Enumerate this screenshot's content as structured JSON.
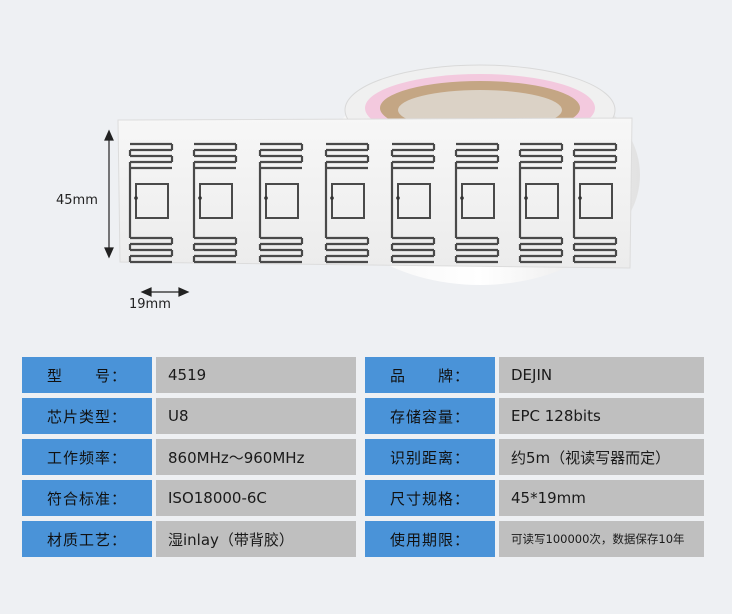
{
  "dimensions": {
    "height": "45mm",
    "width": "19mm"
  },
  "specs": [
    {
      "label1": "型　　号：",
      "value1": "4519",
      "label2": "品　　牌：",
      "value2": "DEJIN"
    },
    {
      "label1": "芯片类型：",
      "value1": "U8",
      "label2": "存储容量：",
      "value2": "EPC 128bits"
    },
    {
      "label1": "工作频率：",
      "value1": "860MHz～960MHz",
      "label2": "识别距离：",
      "value2": "约5m（视读写器而定）"
    },
    {
      "label1": "符合标准：",
      "value1": "ISO18000-6C",
      "label2": "尺寸规格：",
      "value2": "45*19mm"
    },
    {
      "label1": "材质工艺：",
      "value1": "湿inlay（带背胶）",
      "label2": "使用期限：",
      "value2": "可读写100000次，数据保存10年"
    }
  ],
  "colors": {
    "label_bg": "#4a93d8",
    "value_bg": "#bfbfbf",
    "background": "#eef0f3"
  }
}
